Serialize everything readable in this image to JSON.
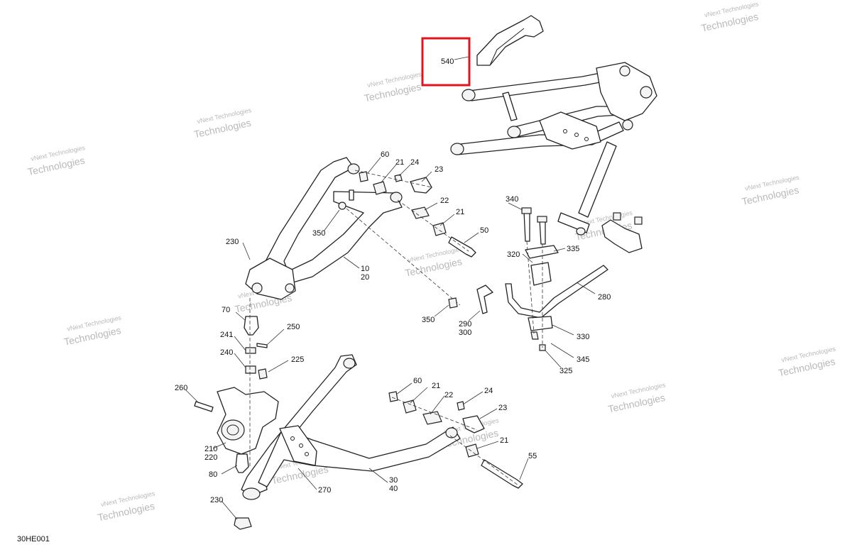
{
  "watermark": {
    "line1": "vNext Technologies",
    "line2": "Technologies"
  },
  "highlight_color": "#e0141e",
  "highlighted_part": "540",
  "diagram_ref": "30HE001",
  "callouts": {
    "c540": "540",
    "c60a": "60",
    "c21a": "21",
    "c24a": "24",
    "c23a": "23",
    "c22a": "22",
    "c21b": "21",
    "c50": "50",
    "c350a": "350",
    "c230a": "230",
    "c10": "10",
    "c20": "20",
    "c340": "340",
    "c320": "320",
    "c335": "335",
    "c280": "280",
    "c350b": "350",
    "c290": "290",
    "c300": "300",
    "c330": "330",
    "c345": "345",
    "c325": "325",
    "c70": "70",
    "c250": "250",
    "c241": "241",
    "c240": "240",
    "c225": "225",
    "c260": "260",
    "c210": "210",
    "c220": "220",
    "c80": "80",
    "c230b": "230",
    "c270": "270",
    "c30": "30",
    "c40": "40",
    "c60b": "60",
    "c21c": "21",
    "c22b": "22",
    "c24b": "24",
    "c23b": "23",
    "c21d": "21",
    "c55": "55"
  }
}
